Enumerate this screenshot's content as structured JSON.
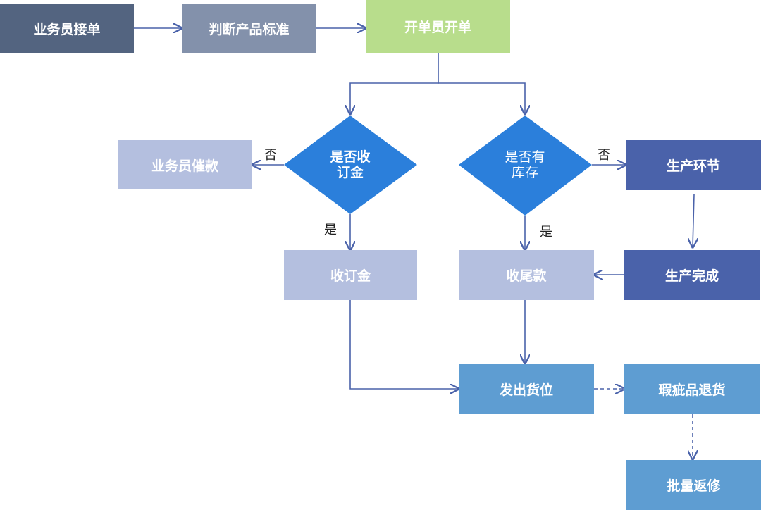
{
  "colors": {
    "dark_slate": "#536480",
    "slate": "#8391ab",
    "green": "#b8dd8c",
    "pale_blue": "#b4bfdf",
    "bright_blue": "#2b7fdb",
    "indigo": "#4a62aa",
    "steel_blue": "#5e9dd2",
    "arrow": "#4a62aa"
  },
  "nodes": {
    "salesman_order": "业务员接单",
    "judge_standard": "判断产品标准",
    "issuer_order": "开单员开单",
    "deposit_question": "是否收\n订金",
    "stock_question": "是否有\n库存",
    "salesman_urge": "业务员催款",
    "production_stage": "生产环节",
    "collect_deposit": "收订金",
    "collect_balance": "收尾款",
    "production_done": "生产完成",
    "ship": "发出货位",
    "defect_return": "瑕疵品退货",
    "batch_repair": "批量返修"
  },
  "edge_labels": {
    "deposit_no": "否",
    "deposit_yes": "是",
    "stock_no": "否",
    "stock_yes": "是"
  }
}
